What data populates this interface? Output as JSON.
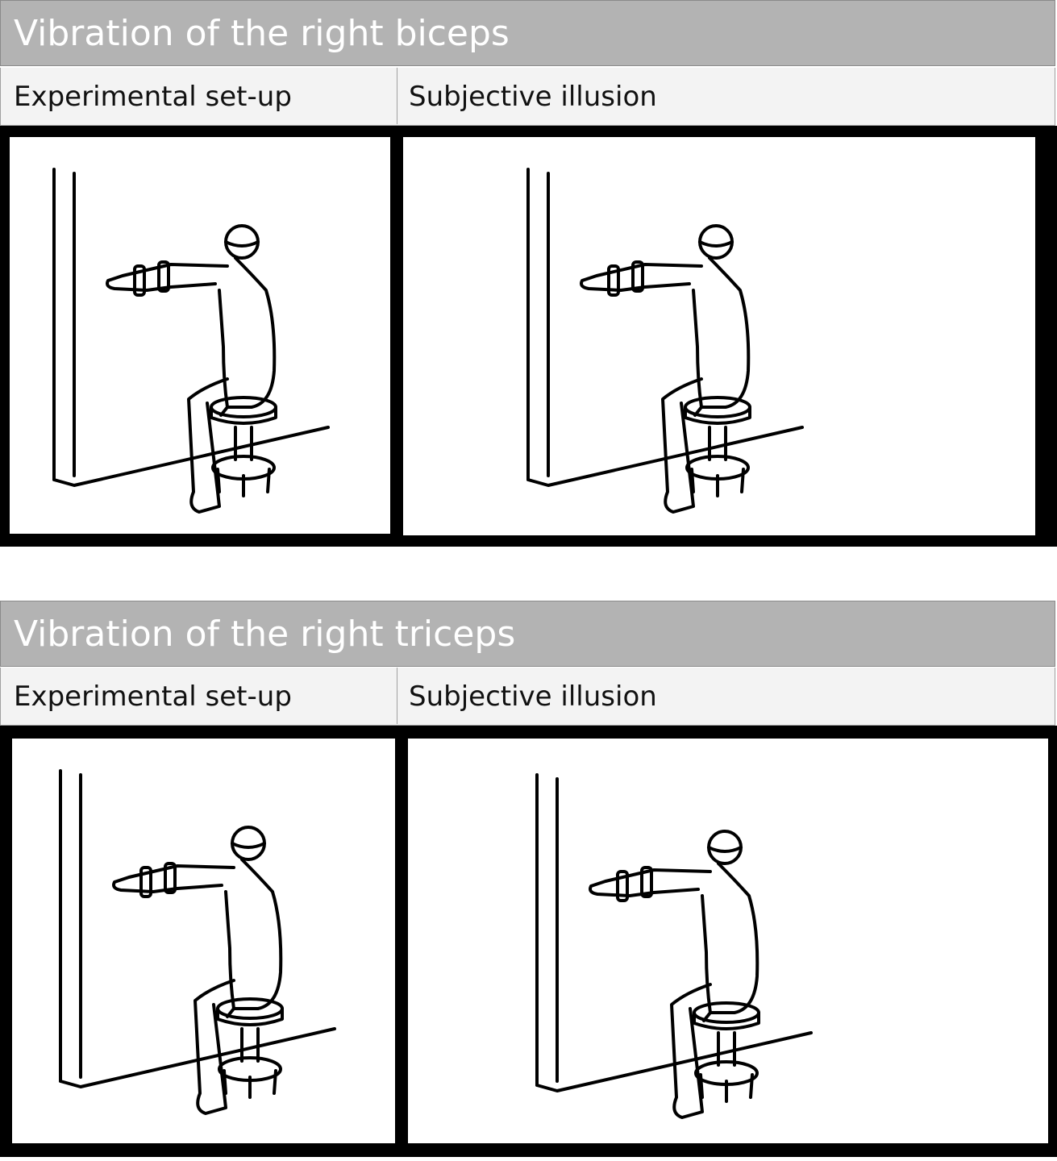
{
  "sections": [
    {
      "title": "Vibration of the right biceps",
      "col1": "Experimental set-up",
      "col2": "Subjective illusion"
    },
    {
      "title": "Vibration of the right triceps",
      "col1": "Experimental set-up",
      "col2": "Subjective illusion"
    }
  ]
}
